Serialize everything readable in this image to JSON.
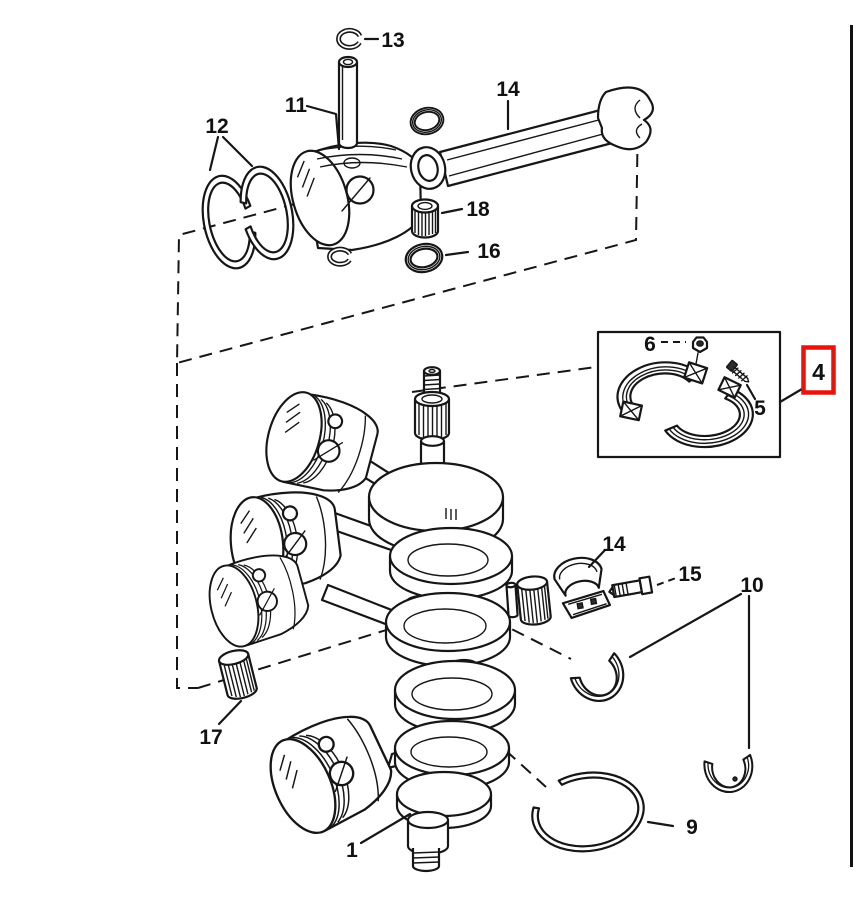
{
  "figure": {
    "kind": "exploded-parts-diagram",
    "subject": "crankshaft, pistons and connecting rods",
    "highlighted_callout": "4"
  },
  "colors": {
    "background": "#ffffff",
    "line": "#161616",
    "highlight_box": "#e8140c"
  },
  "callouts": {
    "c1": "1",
    "c4": "4",
    "c5": "5",
    "c6": "6",
    "c9": "9",
    "c10": "10",
    "c11": "11",
    "c12": "12",
    "c13": "13",
    "c14_top": "14",
    "c14_mid": "14",
    "c15": "15",
    "c16": "16",
    "c17": "17",
    "c18": "18"
  }
}
